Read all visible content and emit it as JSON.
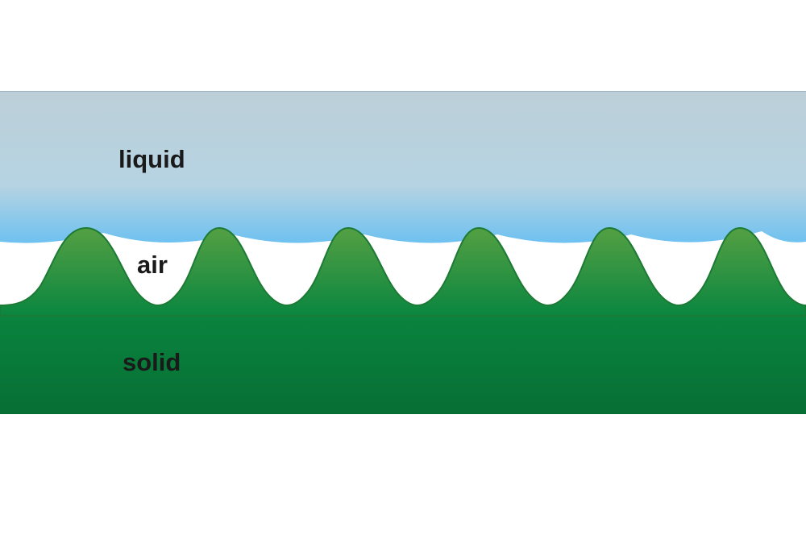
{
  "labels": {
    "liquid": "liquid",
    "air": "air",
    "solid": "solid"
  },
  "colors": {
    "background": "#ffffff",
    "liquid_top": "#bccfd8",
    "liquid_bottom": "#6ec1f0",
    "liquid_edge": "#9fb8c4",
    "solid_peak": "#54a043",
    "solid_base_top": "#0a8640",
    "solid_base_bottom": "#076f34",
    "solid_edge": "#1c7a35",
    "text": "#1a1a1a"
  },
  "structure": {
    "bump_count": 6
  }
}
